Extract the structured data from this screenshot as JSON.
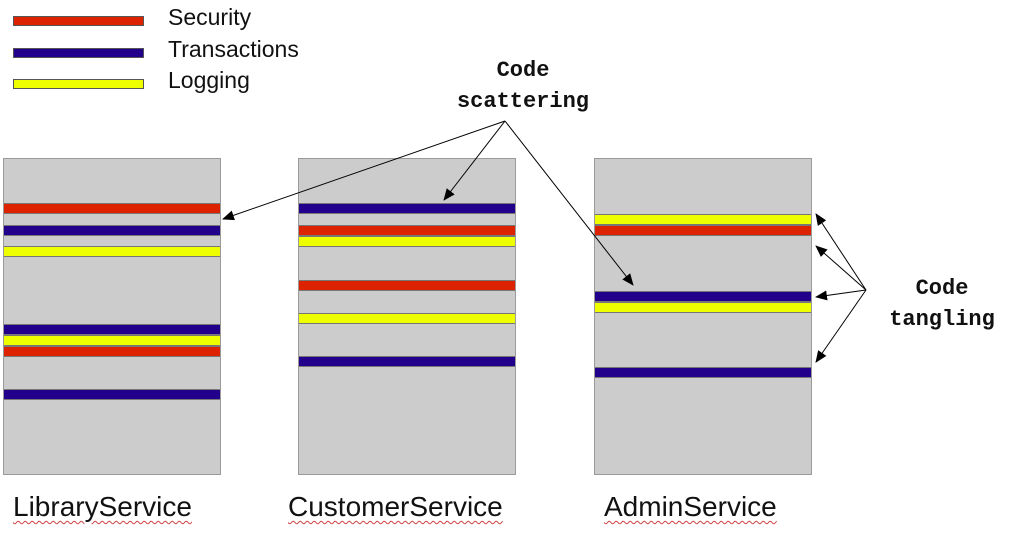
{
  "colors": {
    "security": "#dd2200",
    "transactions": "#22008c",
    "logging": "#eeff00",
    "box": "#cccccc"
  },
  "legend": [
    {
      "label": "Security",
      "color_key": "security"
    },
    {
      "label": "Transactions",
      "color_key": "transactions"
    },
    {
      "label": "Logging",
      "color_key": "logging"
    }
  ],
  "services": [
    {
      "name": "LibraryService",
      "stripes": [
        "security",
        "transactions",
        "logging",
        "transactions",
        "logging",
        "security",
        "transactions"
      ]
    },
    {
      "name": "CustomerService",
      "stripes": [
        "transactions",
        "security",
        "logging",
        "security",
        "logging",
        "transactions"
      ]
    },
    {
      "name": "AdminService",
      "stripes": [
        "logging",
        "security",
        "transactions",
        "logging",
        "transactions"
      ]
    }
  ],
  "callouts": {
    "scattering": {
      "line1": "Code",
      "line2": "scattering"
    },
    "tangling": {
      "line1": "Code",
      "line2": "tangling"
    }
  }
}
